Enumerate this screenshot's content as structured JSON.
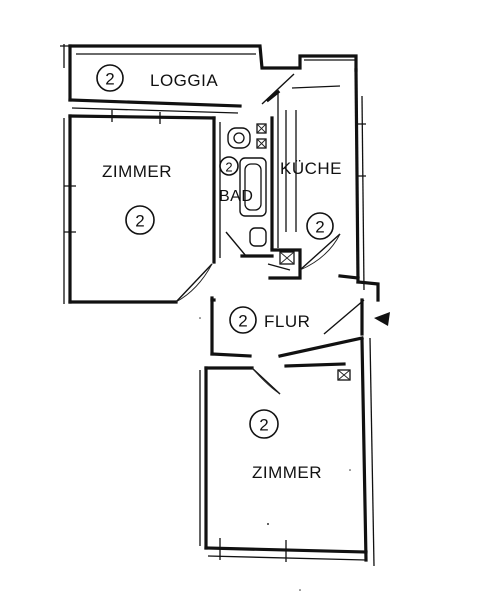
{
  "rooms": {
    "loggia": {
      "label": "LOGGIA",
      "mark": "2"
    },
    "zimmer_top": {
      "label": "ZIMMER",
      "mark": "2"
    },
    "bad": {
      "label": "BAD",
      "mark": "2"
    },
    "kueche": {
      "label": "KÜCHE",
      "mark": "2"
    },
    "flur": {
      "label": "FLUR",
      "mark": "2"
    },
    "zimmer_bottom": {
      "label": "ZIMMER",
      "mark": "2"
    }
  }
}
